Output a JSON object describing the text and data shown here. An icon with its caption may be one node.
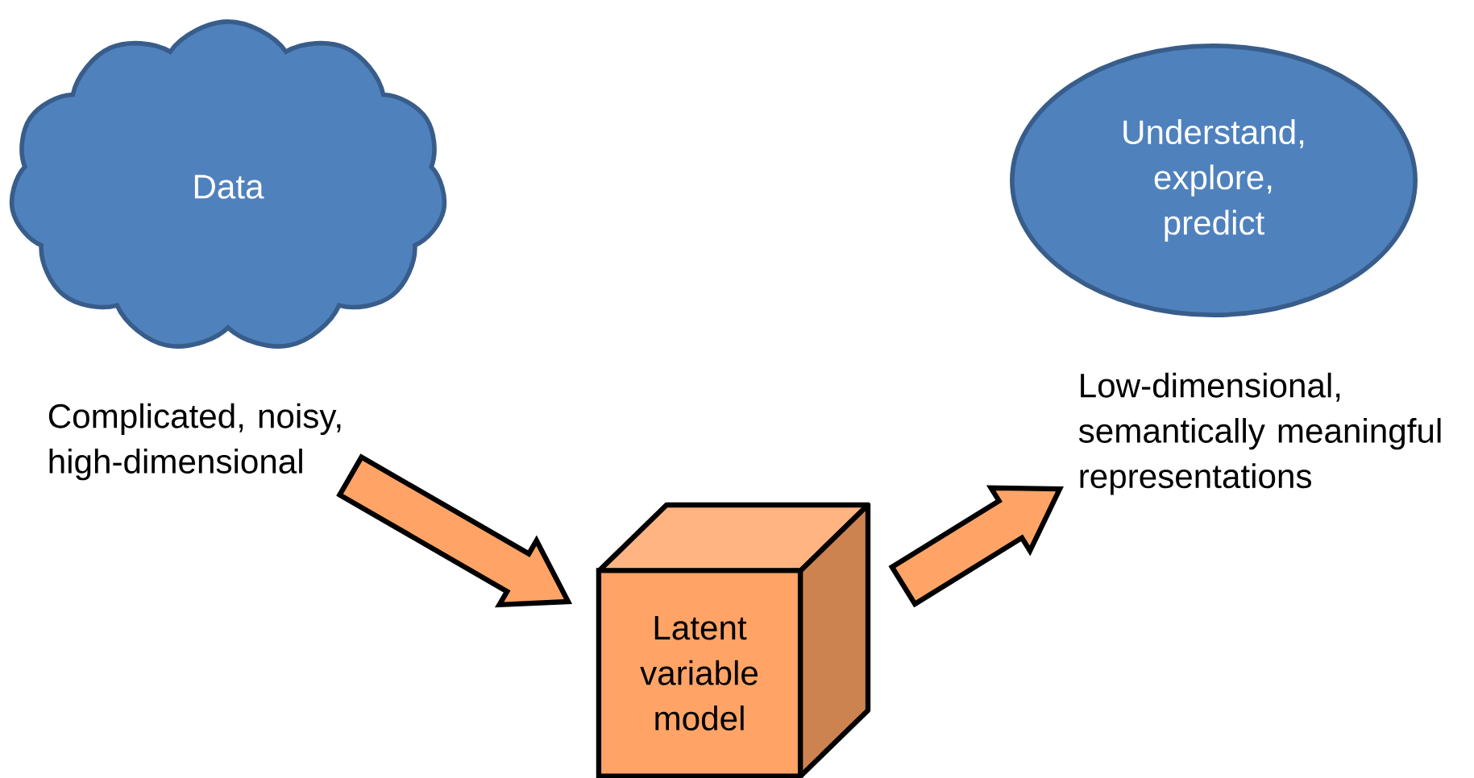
{
  "diagram": {
    "nodes": [
      {
        "text": [
          "Data"
        ],
        "beside": [
          "Complicated, noisy, high-dimensional"
        ]
      },
      {
        "text": [
          "Latent variable model"
        ]
      },
      {
        "text": [
          "Understand, explore, predict"
        ],
        "beside": [
          "Low-dimensional, semantically meaningful representations"
        ]
      }
    ],
    "edges": [
      {
        "from": 0,
        "to": 1,
        "arrow": "to"
      },
      {
        "from": 1,
        "to": 2,
        "arrow": "to"
      }
    ]
  }
}
